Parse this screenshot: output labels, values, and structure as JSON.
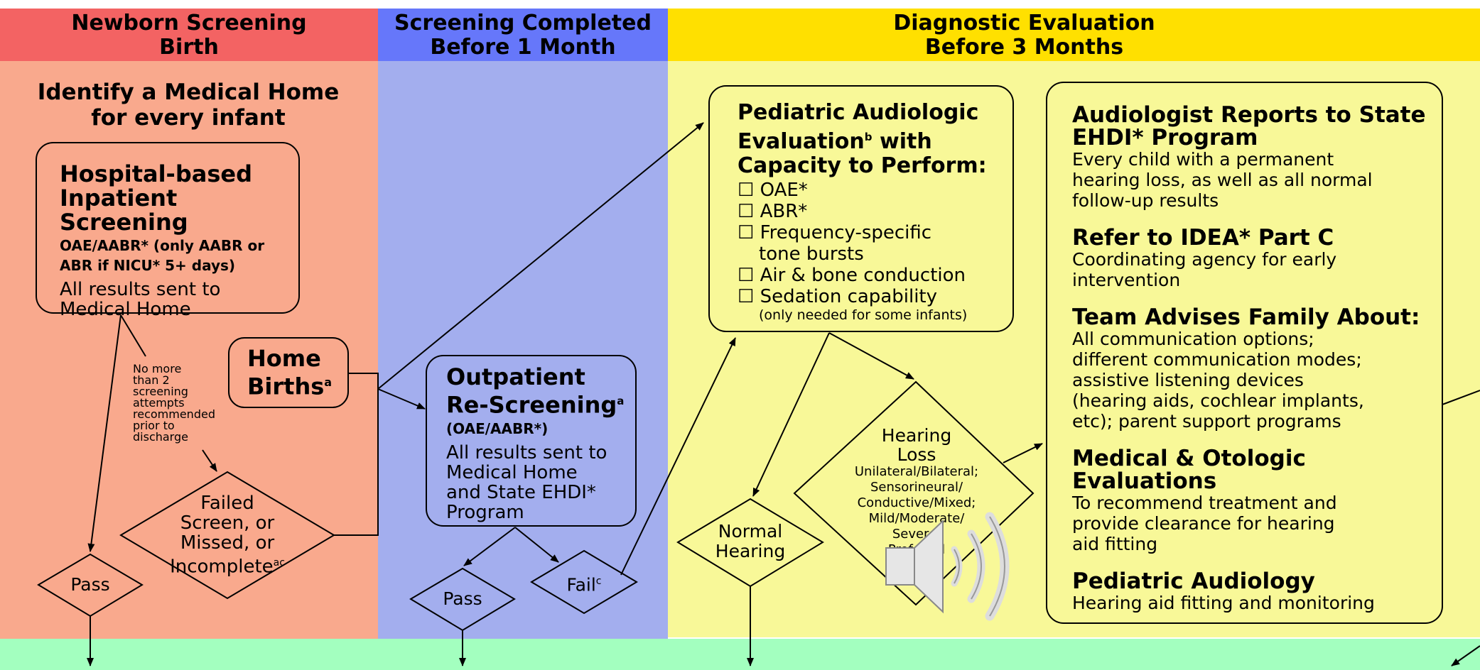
{
  "colors": {
    "red_header": "#F36363",
    "red_bg": "#F9A98D",
    "blue_header": "#6677FA",
    "blue_bg": "#A3AEEE",
    "yellow_header": "#FFE000",
    "yellow_bg": "#F8F898",
    "green_bg": "#A3FFBF"
  },
  "columns": {
    "newborn": {
      "line1": "Newborn Screening",
      "line2": "Birth"
    },
    "screening": {
      "line1": "Screening Completed",
      "line2": "Before 1 Month"
    },
    "diagnostic": {
      "line1": "Diagnostic Evaluation",
      "line2": "Before 3 Months"
    }
  },
  "medical_home": {
    "line1": "Identify a Medical Home",
    "line2": "for every infant"
  },
  "hospital_box": {
    "title1": "Hospital-based",
    "title2": "Inpatient Screening",
    "sub1": "OAE/AABR* (only AABR or",
    "sub2": "ABR if NICU* 5+ days)",
    "text1": "All results sent to",
    "text2": "Medical Home"
  },
  "attempts_note": [
    "No more",
    "than 2",
    "screening",
    "attempts",
    "recommended",
    "prior to",
    "discharge"
  ],
  "home_births": {
    "line1": "Home",
    "line2": "Births",
    "sup": "a"
  },
  "failed_diamond": {
    "line1": "Failed",
    "line2": "Screen, or",
    "line3": "Missed, or",
    "line4": "Incomplete",
    "sup": "ac"
  },
  "pass_left": "Pass",
  "outpatient_box": {
    "title1": "Outpatient",
    "title2": "Re-Screening",
    "sup": "a",
    "sub": "(OAE/AABR*)",
    "text1": "All results sent to",
    "text2": "Medical Home",
    "text3": "and State EHDI*",
    "text4": "Program"
  },
  "pass_mid": "Pass",
  "fail_mid": {
    "label": "Fail",
    "sup": "c"
  },
  "pediatric_box": {
    "title1": "Pediatric Audiologic",
    "title2a": "Evaluation",
    "title2sup": "b",
    "title2b": " with",
    "title3": "Capacity to Perform:",
    "items": [
      "OAE*",
      "ABR*",
      "Frequency-specific",
      "Air & bone conduction",
      "Sedation capability"
    ],
    "item3_cont": "tone bursts",
    "note": "(only needed for some infants)"
  },
  "normal_hearing": {
    "line1": "Normal",
    "line2": "Hearing"
  },
  "hearing_loss": {
    "line1": "Hearing",
    "line2": "Loss",
    "line3": "Unilateral/Bilateral;",
    "line4": "Sensorineural/",
    "line5": "Conductive/Mixed;",
    "line6": "Mild/Moderate/",
    "line7": "Severe/",
    "line8": "Profound"
  },
  "right_box": {
    "s1_title1": "Audiologist Reports to State",
    "s1_title2": "EHDI* Program",
    "s1_text1": "Every child with a permanent",
    "s1_text2": "hearing loss, as well as all normal",
    "s1_text3": "follow-up results",
    "s2_title": "Refer to IDEA* Part C",
    "s2_text1": "Coordinating agency for early",
    "s2_text2": "intervention",
    "s3_title": "Team Advises Family About:",
    "s3_text1": "All communication options;",
    "s3_text2": "different communication modes;",
    "s3_text3": "assistive listening devices",
    "s3_text4": "(hearing aids, cochlear implants,",
    "s3_text5": "etc); parent support programs",
    "s4_title": "Medical & Otologic Evaluations",
    "s4_text1": "To recommend treatment and",
    "s4_text2": "provide clearance for hearing",
    "s4_text3": "aid fitting",
    "s5_title": "Pediatric Audiology",
    "s5_text1": "Hearing aid fitting and monitoring"
  },
  "audio_icon": "speaker-icon"
}
